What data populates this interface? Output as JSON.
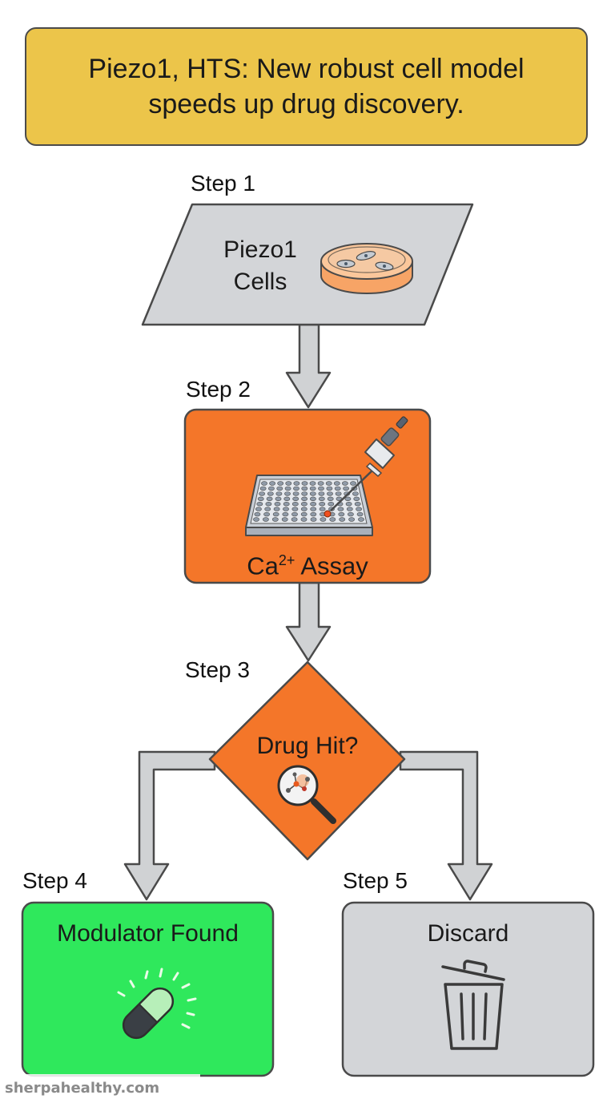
{
  "title": "Piezo1, HTS: New robust cell model speeds up drug discovery.",
  "steps": [
    {
      "label": "Step 1",
      "node": "Piezo1\nCells"
    },
    {
      "label": "Step 2",
      "node_prefix": "Ca",
      "node_sup": "2+",
      "node_suffix": " Assay"
    },
    {
      "label": "Step 3",
      "node": "Drug Hit?"
    },
    {
      "label": "Step 4",
      "node": "Modulator Found"
    },
    {
      "label": "Step 5",
      "node": "Discard"
    }
  ],
  "watermark": "sherpahealthy.com",
  "colors": {
    "banner": "#ecc54a",
    "gray_node": "#d3d5d8",
    "orange_node": "#f47629",
    "green_node": "#2fe85c",
    "arrow": "#d0d2d4"
  },
  "icons": [
    "petri-dish-icon",
    "pipette-icon",
    "well-plate-icon",
    "magnifier-molecule-icon",
    "pill-icon",
    "trash-icon"
  ]
}
